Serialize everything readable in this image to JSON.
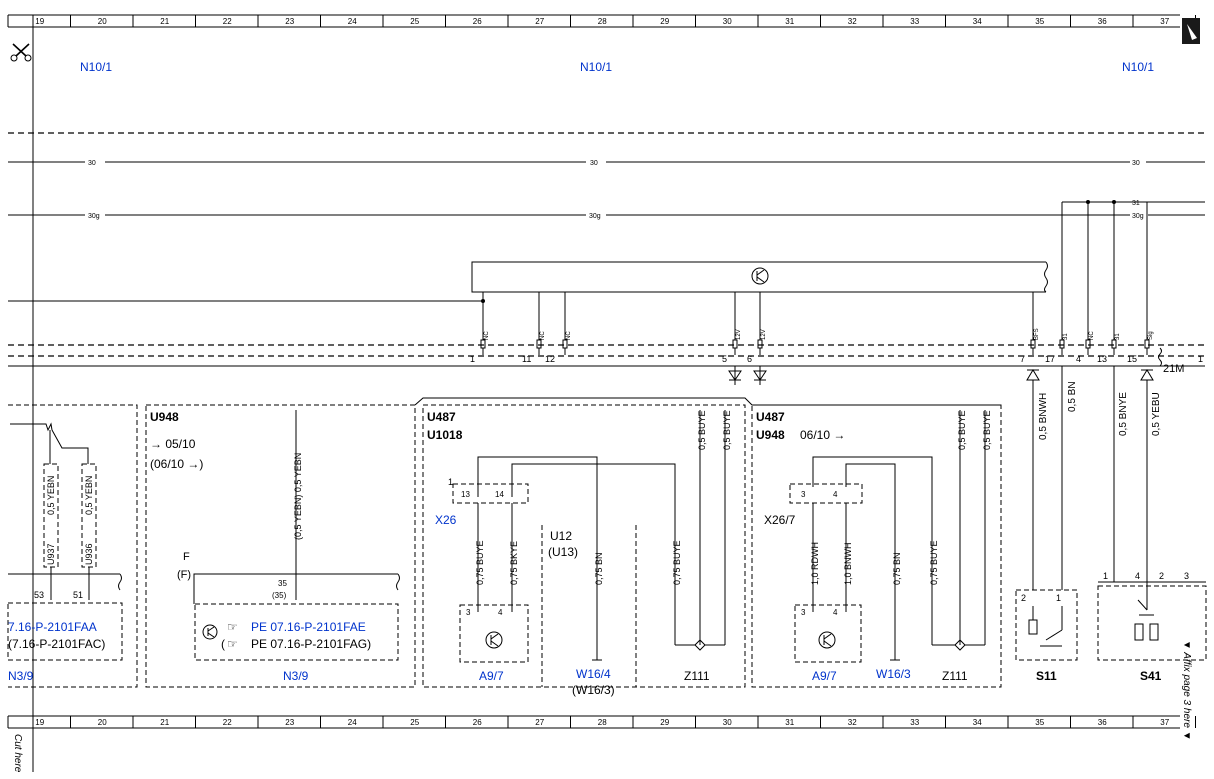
{
  "grid": {
    "columns": [
      "19",
      "20",
      "21",
      "22",
      "23",
      "24",
      "25",
      "26",
      "27",
      "28",
      "29",
      "30",
      "31",
      "32",
      "33",
      "34",
      "35",
      "36",
      "37"
    ]
  },
  "modules": {
    "top_left": "N10/1",
    "top_mid": "N10/1",
    "top_right": "N10/1"
  },
  "buses": {
    "b30": "30",
    "b30_mid": "30",
    "b30_right": "30",
    "b30g": "30g",
    "b30g_mid": "30g",
    "b30g_right": "30g",
    "b31": "31",
    "b21m": "21M",
    "b1": "1"
  },
  "pins": {
    "p1": "1",
    "p11": "11",
    "p12": "12",
    "p5": "5",
    "p6": "6",
    "p7": "7",
    "p17": "17",
    "p4": "4",
    "p13": "13",
    "p15": "15"
  },
  "pin_labels": {
    "nc1": "NC",
    "nc2": "NC",
    "nc3": "NC",
    "v12a": "12V",
    "v12b": "12V",
    "bfs": "BFS",
    "s31a": "31",
    "nc4": "NC",
    "s31b": "31",
    "sig": "Sig"
  },
  "wires": {
    "w_bnwh": "0,5 BNWH",
    "w_bn": "0,5 BN",
    "w_bnye": "0,5 BNYE",
    "w_yebu": "0,5 YEBU",
    "w_yebn1": "0,5 YEBN",
    "w_yebn2": "0,5 YEBN",
    "w_yebn_paren": "(0,5 YEBN) 0,5 YEBN",
    "w_buye_a": "0,5 BUYE",
    "w_buye_b": "0,5 BUYE",
    "w_buye_c": "0,5 BUYE",
    "w_buye_d": "0,5 BUYE",
    "w_075buye1": "0,75 BUYE",
    "w_075bkye": "0,75 BKYE",
    "w_075bn1": "0,75 BN",
    "w_075buye2": "0,75 BUYE",
    "w_10rdwh": "1,0 RDWH",
    "w_10bnwh": "1,0 BNWH",
    "w_075bn2": "0,75 BN",
    "w_075buye3": "0,75 BUYE"
  },
  "sections": {
    "left_u937": "U937",
    "left_u936": "U936",
    "left_p53": "53",
    "left_p51": "51",
    "left_ref1": "7.16-P-2101FAA",
    "left_ref2": "(7.16-P-2101FAC)",
    "left_label": "N3/9",
    "u948": "U948",
    "u948_arrow": "→ 05/10",
    "u948_paren": "(06/10 →)",
    "u948_f": "F",
    "u948_fp": "(F)",
    "u948_35": "35",
    "u948_35p": "(35)",
    "u948_ref1": "PE 07.16-P-2101FAE",
    "u948_ref2": "PE 07.16-P-2101FAG)",
    "u948_ref2_open": "(",
    "u948_label": "N3/9",
    "mid_u487": "U487",
    "mid_u1018": "U1018",
    "mid_1": "1",
    "mid_13": "13",
    "mid_14": "14",
    "mid_x26": "X26",
    "mid_3": "3",
    "mid_4": "4",
    "mid_u12": "U12",
    "mid_u13": "(U13)",
    "mid_a97": "A9/7",
    "mid_w164": "W16/4",
    "mid_w163p": "(W16/3)",
    "mid_z111": "Z111",
    "r_u487": "U487",
    "r_u948": "U948",
    "r_0610": "06/10 →",
    "r_3": "3",
    "r_4": "4",
    "r_x267": "X26/7",
    "r_3b": "3",
    "r_4b": "4",
    "r_a97": "A9/7",
    "r_w163": "W16/3",
    "r_z111": "Z111",
    "s11_2": "2",
    "s11_1": "1",
    "s11": "S11",
    "s41_1": "1",
    "s41_4": "4",
    "s41_2": "2",
    "s41_3": "3",
    "s41": "S41"
  },
  "margin": {
    "affix": "▼ Affix page 3 here ▼",
    "cut": "Cut here"
  }
}
